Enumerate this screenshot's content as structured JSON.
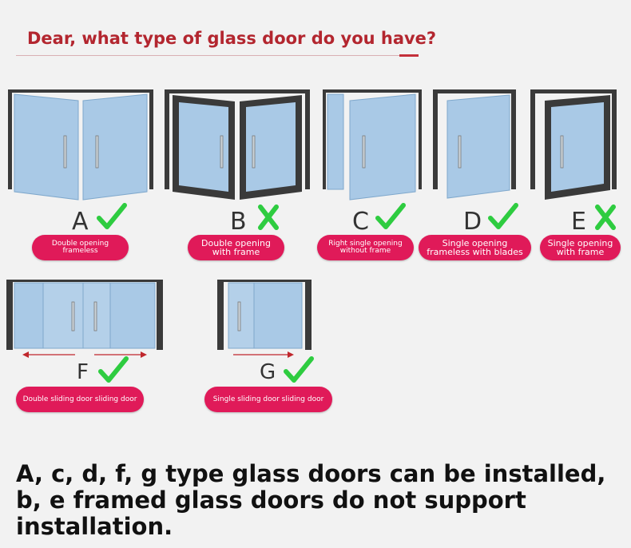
{
  "title": "Dear, what type of glass door do you have?",
  "colors": {
    "title": "#b3262f",
    "pill": "#e01a59",
    "check": "#2ecc40",
    "cross": "#2ecc40",
    "glass": "#a9c9e6",
    "frame": "#3a3a3a"
  },
  "doors": [
    {
      "letter": "A",
      "label": "Double opening frameless",
      "status": "check-icon"
    },
    {
      "letter": "B",
      "label": "Double opening with frame",
      "status": "cross-icon"
    },
    {
      "letter": "C",
      "label": "Right single opening without frame",
      "status": "check-icon"
    },
    {
      "letter": "D",
      "label": "Single opening frameless with blades",
      "status": "check-icon"
    },
    {
      "letter": "E",
      "label": "Single opening with frame",
      "status": "cross-icon"
    },
    {
      "letter": "F",
      "label": "Double sliding door sliding door",
      "status": "check-icon"
    },
    {
      "letter": "G",
      "label": "Single sliding door sliding door",
      "status": "check-icon"
    }
  ],
  "conclusion": "A, c, d, f, g type glass doors can be installed, b, e framed glass doors do not support installation."
}
